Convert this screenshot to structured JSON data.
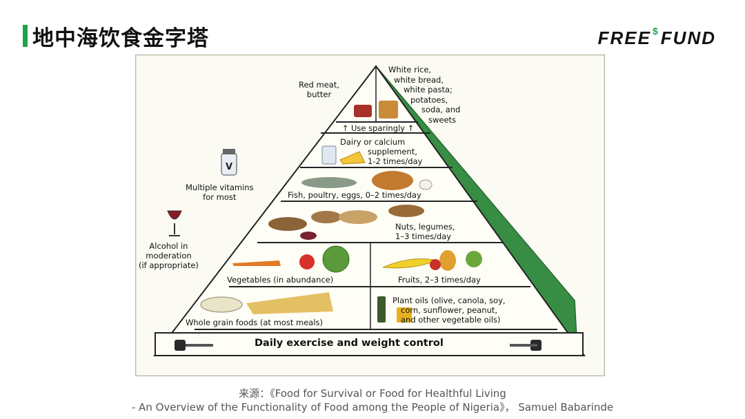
{
  "header": {
    "title": "地中海饮食金字塔",
    "logo_left": "FREE",
    "logo_symbol": "$",
    "logo_right": "FUND",
    "accent_color": "#1fa34a"
  },
  "pyramid": {
    "top_left": [
      "Red meat,",
      "butter"
    ],
    "top_right": [
      "White rice,",
      "white bread,",
      "white pasta;",
      "potatoes,",
      "soda, and",
      "sweets"
    ],
    "use_sparingly": "Use sparingly",
    "dairy": [
      "Dairy or calcium",
      "supplement,",
      "1-2 times/day"
    ],
    "fish": "Fish, poultry, eggs, 0–2 times/day",
    "nuts": [
      "Nuts, legumes,",
      "1–3 times/day"
    ],
    "vegetables": "Vegetables (in abundance)",
    "fruits": "Fruits, 2–3 times/day",
    "grains": "Whole grain foods (at most meals)",
    "oils": [
      "Plant oils (olive, canola, soy,",
      "corn, sunflower, peanut,",
      "and other vegetable oils)"
    ],
    "base": "Daily exercise and weight control",
    "vitamins": [
      "Multiple vitamins",
      "for most"
    ],
    "vitamin_mark": "V",
    "alcohol": [
      "Alcohol in",
      "moderation",
      "(if appropriate)"
    ]
  },
  "source": {
    "line1": "来源：《Food for Survival or Food for Healthful Living",
    "line2": "- An Overview of the Functionality of Food among the People of Nigeria》， Samuel Babarinde"
  }
}
